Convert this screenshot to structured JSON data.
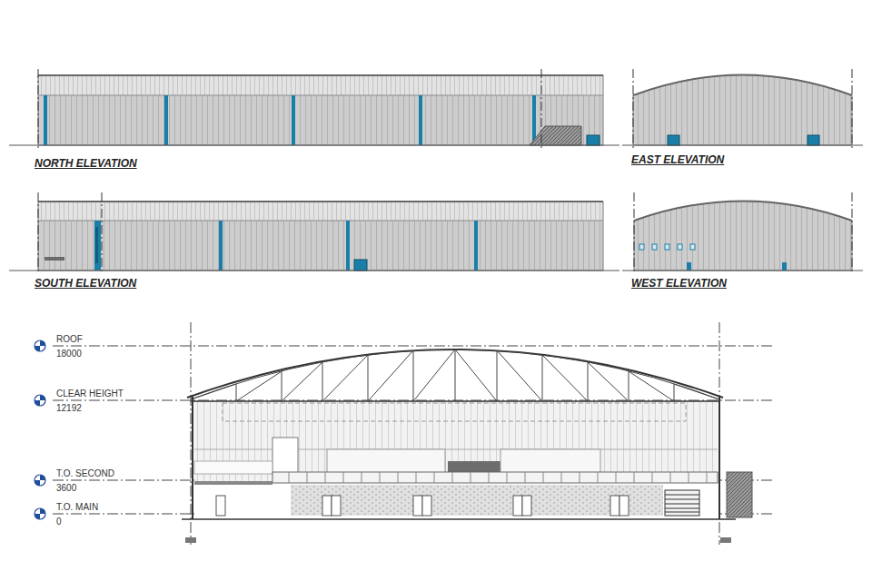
{
  "diagram": {
    "labels": [
      "NORTH ELEVATION",
      "EAST ELEVATION",
      "SOUTH ELEVATION",
      "WEST ELEVATION",
      "ROOF",
      "18000",
      "CLEAR HEIGHT",
      "12192",
      "T.O. SECOND",
      "3600",
      "T.O. MAIN",
      "0"
    ]
  }
}
